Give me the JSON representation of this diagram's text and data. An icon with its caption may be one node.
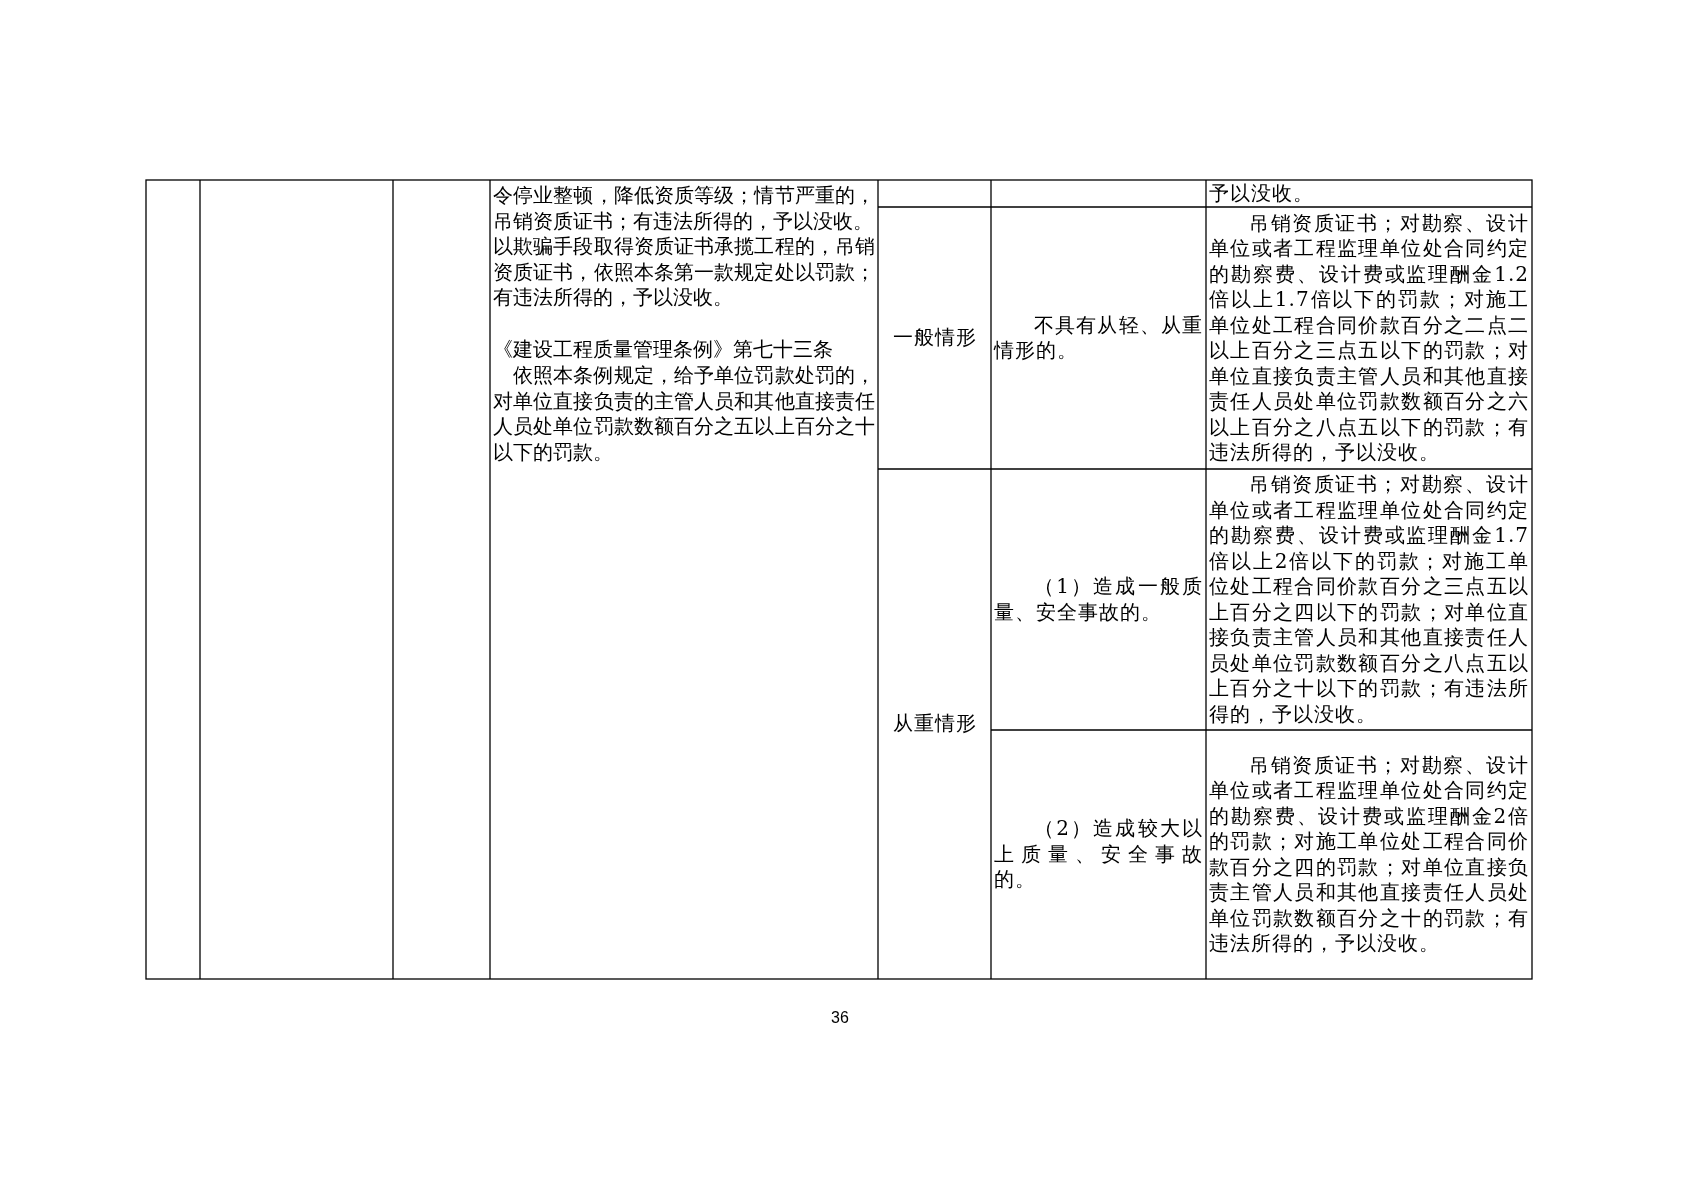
{
  "diagram": {
    "labels": [
      "令停业整顿，降低资质等级；情节严重的，吊销资质证书；有违法所得的，予以没收。",
      "以欺骗手段取得资质证书承揽工程的，吊销资质证书，依照本条第一款规定处以罚款；有违法所得的，予以没收。",
      "《建设工程质量管理条例》第七十三条",
      "依照本条例规定，给予单位罚款处罚的，对单位直接负责的主管人员和其他直接责任人员处单位罚款数额百分之五以上百分之十以下的罚款。",
      "予以没收。",
      "一般情形",
      "不具有从轻、从重情形的。",
      "吊销资质证书；对勘察、设计单位或者工程监理单位处合同约定的勘察费、设计费或监理酬金1.2倍以上1.7倍以下的罚款；对施工单位处工程合同价款百分之二点二以上百分之三点五以下的罚款；对单位直接负责主管人员和其他直接责任人员处单位罚款数额百分之六以上百分之八点五以下的罚款；有违法所得的，予以没收。",
      "从重情形",
      "（1）造成一般质量、安全事故的。",
      "吊销资质证书；对勘察、设计单位或者工程监理单位处合同约定的勘察费、设计费或监理酬金1.7倍以上2倍以下的罚款；对施工单位处工程合同价款百分之三点五以上百分之四以下的罚款；对单位直接负责主管人员和其他直接责任人员处单位罚款数额百分之八点五以上百分之十以下的罚款；有违法所得的，予以没收。",
      "（2）造成较大以上质量、安全事故的。",
      "吊销资质证书；对勘察、设计单位或者工程监理单位处合同约定的勘察费、设计费或监理酬金2倍的罚款；对施工单位处工程合同价款百分之四的罚款；对单位直接负责主管人员和其他直接责任人员处单位罚款数额百分之十的罚款；有违法所得的，予以没收。",
      "36"
    ]
  }
}
